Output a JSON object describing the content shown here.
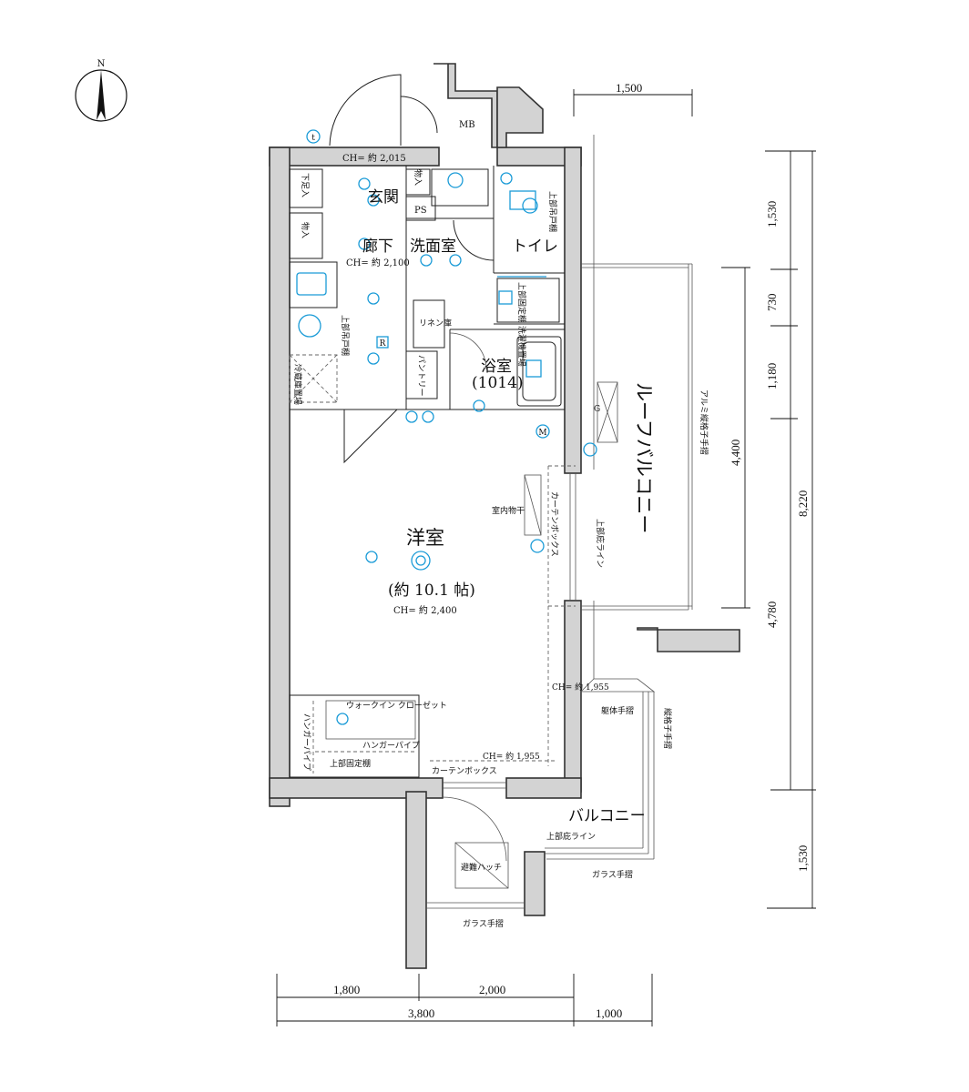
{
  "compass": {
    "north_label": "N"
  },
  "rooms": {
    "genkan": "玄関",
    "rouka": "廊下",
    "rouka_ch": "CH= 約 2,100",
    "senmen": "洗面室",
    "toilet": "トイレ",
    "yoku": "浴室",
    "yoku_size": "(1014)",
    "youshitsu": "洋室",
    "youshitsu_area": "(約 10.1 帖)",
    "youshitsu_ch": "CH= 約 2,400",
    "roof_balcony": "ルーフバルコニー",
    "balcony": "バルコニー"
  },
  "labels": {
    "ch_entrance": "CH= 約 2,015",
    "mb": "MB",
    "ps": "PS",
    "monoire_top": "物入",
    "shimo_ashiire": "下足入",
    "monoire_left": "物入",
    "jobu_todana_left": "上部吊戸棚",
    "jobu_todana_toilet": "上部吊戸棚",
    "reizouko": "冷蔵庫置場",
    "linen": "リネン庫",
    "pantry": "パントリー",
    "sentakuki": "上部固定棚 洗濯機置場",
    "curtain_box_right": "カーテンボックス",
    "hisashi_line_right": "上部庇ライン",
    "shitsunai_monohoshi": "室内物干",
    "ch_window": "CH= 約 1,955",
    "walkin": "ウォークイン クローゼット",
    "hanger_pipe_h": "ハンガーパイプ",
    "hanger_pipe_v": "ハンガーパイプ",
    "jobu_koteidana": "上部固定棚",
    "ch_bottom": "CH= 約 1,955",
    "curtain_box_bottom": "カーテンボックス",
    "alumi_tesuri": "アルミ縦格子手摺",
    "kutai_tesuri": "躯体手摺",
    "tategoushi_tesuri": "縦格子手摺",
    "hisashi_line_bottom": "上部庇ライン",
    "hinan_hatch": "避難ハッチ",
    "glass_tesuri_right": "ガラス手摺",
    "glass_tesuri_bottom": "ガラス手摺"
  },
  "dimensions": {
    "top_width": "1,500",
    "right_1": "1,530",
    "right_2": "730",
    "right_3": "1,180",
    "right_4": "4,400",
    "right_total": "8,220",
    "right_5": "4,780",
    "right_6": "1,530",
    "bottom_1": "1,800",
    "bottom_2": "2,000",
    "bottom_3": "3,800",
    "bottom_4": "1,000"
  },
  "symbols": {
    "r_mark": "R",
    "m_mark": "M",
    "g_mark": "G",
    "t_mark": "t"
  },
  "colors": {
    "wall_fill": "#d3d3d3",
    "equipment_blue": "#1a9bd7"
  }
}
